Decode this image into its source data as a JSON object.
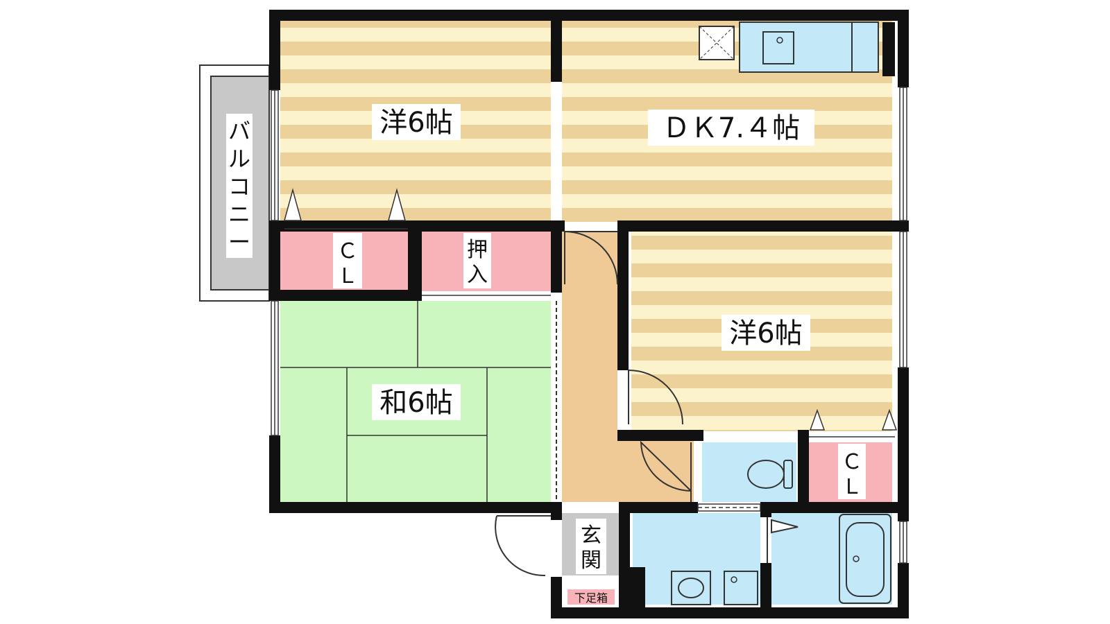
{
  "floor_plan": {
    "rooms": {
      "western_room_1": "洋6帖",
      "dining_kitchen": "ＤＫ7.４帖",
      "western_room_2": "洋6帖",
      "japanese_room": "和6帖"
    },
    "storage": {
      "closet_1": [
        "Ｃ",
        "Ｌ"
      ],
      "oshiire": [
        "押",
        "入"
      ],
      "closet_2": [
        "Ｃ",
        "Ｌ"
      ],
      "shoe_box": "下足箱"
    },
    "areas": {
      "balcony": [
        "バ",
        "ル",
        "コ",
        "ニ",
        "ー"
      ],
      "entrance": [
        "玄",
        "関"
      ]
    },
    "colors": {
      "wall": "#111111",
      "floor_stripe_a": "#f6e7b5",
      "floor_stripe_b": "#ecd19a",
      "tatami": "#ccf7c0",
      "closet": "#f7b3b8",
      "wet_area": "#c3e8f7",
      "hall": "#efc996",
      "balcony": "#c8c8c8"
    }
  }
}
